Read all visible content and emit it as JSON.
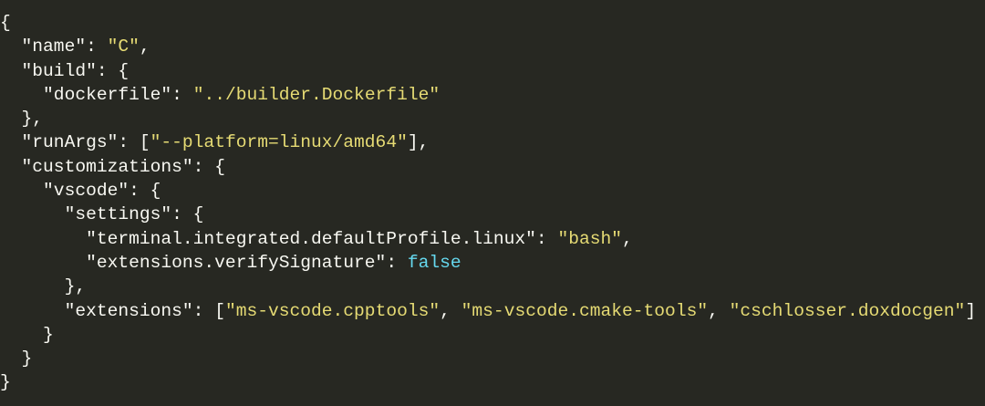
{
  "editor": {
    "language": "json",
    "colors": {
      "background": "#272822",
      "key": "#f8f8f2",
      "string": "#e6db74",
      "keyword": "#66d9ef",
      "punctuation": "#f8f8f2"
    },
    "lines": [
      {
        "indent": "",
        "tokens": [
          {
            "t": "pun",
            "v": "{"
          }
        ]
      },
      {
        "indent": "  ",
        "tokens": [
          {
            "t": "key",
            "v": "\"name\""
          },
          {
            "t": "pun",
            "v": ": "
          },
          {
            "t": "str",
            "v": "\"C\""
          },
          {
            "t": "pun",
            "v": ","
          }
        ]
      },
      {
        "indent": "  ",
        "tokens": [
          {
            "t": "key",
            "v": "\"build\""
          },
          {
            "t": "pun",
            "v": ": {"
          }
        ]
      },
      {
        "indent": "    ",
        "tokens": [
          {
            "t": "key",
            "v": "\"dockerfile\""
          },
          {
            "t": "pun",
            "v": ": "
          },
          {
            "t": "str",
            "v": "\"../builder.Dockerfile\""
          }
        ]
      },
      {
        "indent": "  ",
        "tokens": [
          {
            "t": "pun",
            "v": "},"
          }
        ]
      },
      {
        "indent": "  ",
        "tokens": [
          {
            "t": "key",
            "v": "\"runArgs\""
          },
          {
            "t": "pun",
            "v": ": ["
          },
          {
            "t": "str",
            "v": "\"--platform=linux/amd64\""
          },
          {
            "t": "pun",
            "v": "],"
          }
        ]
      },
      {
        "indent": "  ",
        "tokens": [
          {
            "t": "key",
            "v": "\"customizations\""
          },
          {
            "t": "pun",
            "v": ": {"
          }
        ]
      },
      {
        "indent": "    ",
        "tokens": [
          {
            "t": "key",
            "v": "\"vscode\""
          },
          {
            "t": "pun",
            "v": ": {"
          }
        ]
      },
      {
        "indent": "      ",
        "tokens": [
          {
            "t": "key",
            "v": "\"settings\""
          },
          {
            "t": "pun",
            "v": ": {"
          }
        ]
      },
      {
        "indent": "        ",
        "tokens": [
          {
            "t": "key",
            "v": "\"terminal.integrated.defaultProfile.linux\""
          },
          {
            "t": "pun",
            "v": ": "
          },
          {
            "t": "str",
            "v": "\"bash\""
          },
          {
            "t": "pun",
            "v": ","
          }
        ]
      },
      {
        "indent": "        ",
        "tokens": [
          {
            "t": "key",
            "v": "\"extensions.verifySignature\""
          },
          {
            "t": "pun",
            "v": ": "
          },
          {
            "t": "kw",
            "v": "false"
          }
        ]
      },
      {
        "indent": "      ",
        "tokens": [
          {
            "t": "pun",
            "v": "},"
          }
        ]
      },
      {
        "indent": "      ",
        "tokens": [
          {
            "t": "key",
            "v": "\"extensions\""
          },
          {
            "t": "pun",
            "v": ": ["
          },
          {
            "t": "str",
            "v": "\"ms-vscode.cpptools\""
          },
          {
            "t": "pun",
            "v": ", "
          },
          {
            "t": "str",
            "v": "\"ms-vscode.cmake-tools\""
          },
          {
            "t": "pun",
            "v": ", "
          },
          {
            "t": "str",
            "v": "\"cschlosser.doxdocgen\""
          },
          {
            "t": "pun",
            "v": "]"
          }
        ]
      },
      {
        "indent": "    ",
        "tokens": [
          {
            "t": "pun",
            "v": "}"
          }
        ]
      },
      {
        "indent": "  ",
        "tokens": [
          {
            "t": "pun",
            "v": "}"
          }
        ]
      },
      {
        "indent": "",
        "tokens": [
          {
            "t": "pun",
            "v": "}"
          }
        ]
      }
    ]
  }
}
